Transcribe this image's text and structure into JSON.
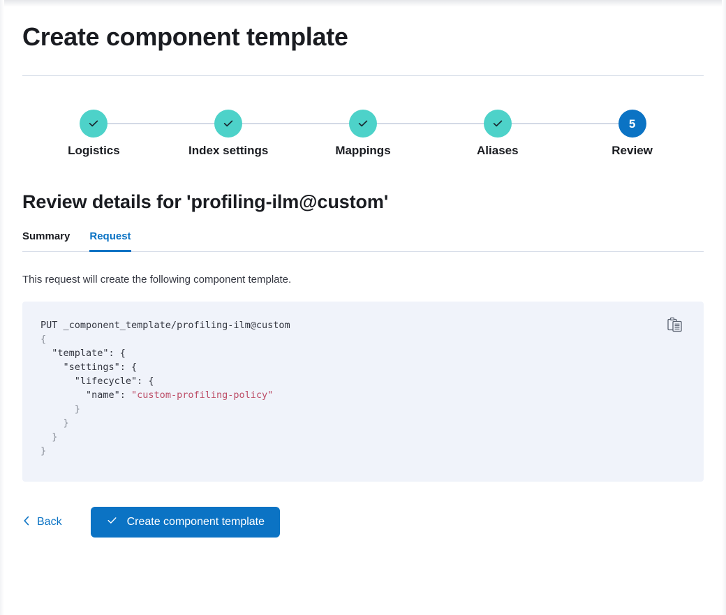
{
  "page": {
    "title": "Create component template",
    "section_title": "Review details for 'profiling-ilm@custom'",
    "description": "This request will create the following component template."
  },
  "stepper": {
    "steps": [
      {
        "label": "Logistics",
        "state": "complete",
        "marker": "check"
      },
      {
        "label": "Index settings",
        "state": "complete",
        "marker": "check"
      },
      {
        "label": "Mappings",
        "state": "complete",
        "marker": "check"
      },
      {
        "label": "Aliases",
        "state": "complete",
        "marker": "check"
      },
      {
        "label": "Review",
        "state": "current",
        "marker": "5"
      }
    ]
  },
  "tabs": [
    {
      "label": "Summary",
      "active": false
    },
    {
      "label": "Request",
      "active": true
    }
  ],
  "request": {
    "method_line": "PUT _component_template/profiling-ilm@custom",
    "lines": [
      "PUT _component_template/profiling-ilm@custom",
      "{",
      "  \"template\": {",
      "    \"settings\": {",
      "      \"lifecycle\": {",
      "        \"name\": \"custom-profiling-policy\"",
      "      }",
      "    }",
      "  }",
      "}"
    ],
    "body": {
      "template": {
        "settings": {
          "lifecycle": {
            "name": "custom-profiling-policy"
          }
        }
      }
    },
    "copy_icon": "copy-clipboard-icon"
  },
  "footer": {
    "back_label": "Back",
    "back_icon": "chevron-left-icon",
    "submit_label": "Create component template",
    "submit_icon": "check-icon"
  },
  "colors": {
    "accent_blue": "#0b73c4",
    "step_complete": "#4dd2c9",
    "code_bg": "#f0f3fa",
    "code_string": "#bd4e68",
    "rule": "#d3dae6"
  }
}
